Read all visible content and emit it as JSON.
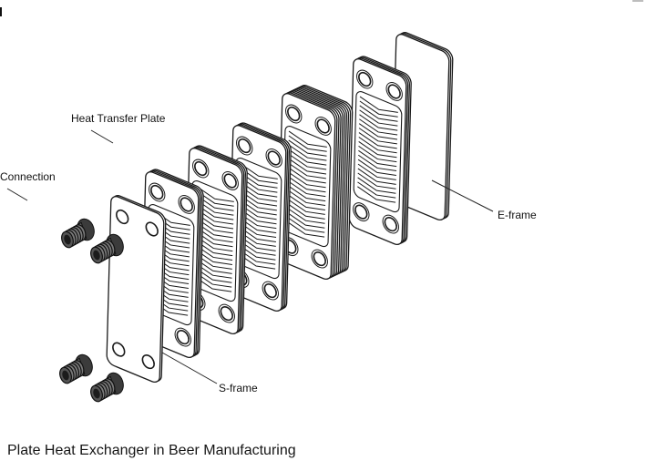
{
  "labels": {
    "heat_transfer_plate": "Heat Transfer Plate",
    "connection": "Connection",
    "e_frame": "E-frame",
    "s_frame": "S-frame"
  },
  "caption": "Plate Heat Exchanger in Beer Manufacturing",
  "colors": {
    "background": "#ffffff",
    "line": "#1a1a1a",
    "fitting_body": "#6e6e6e",
    "fitting_dark": "#1b1b1b"
  }
}
